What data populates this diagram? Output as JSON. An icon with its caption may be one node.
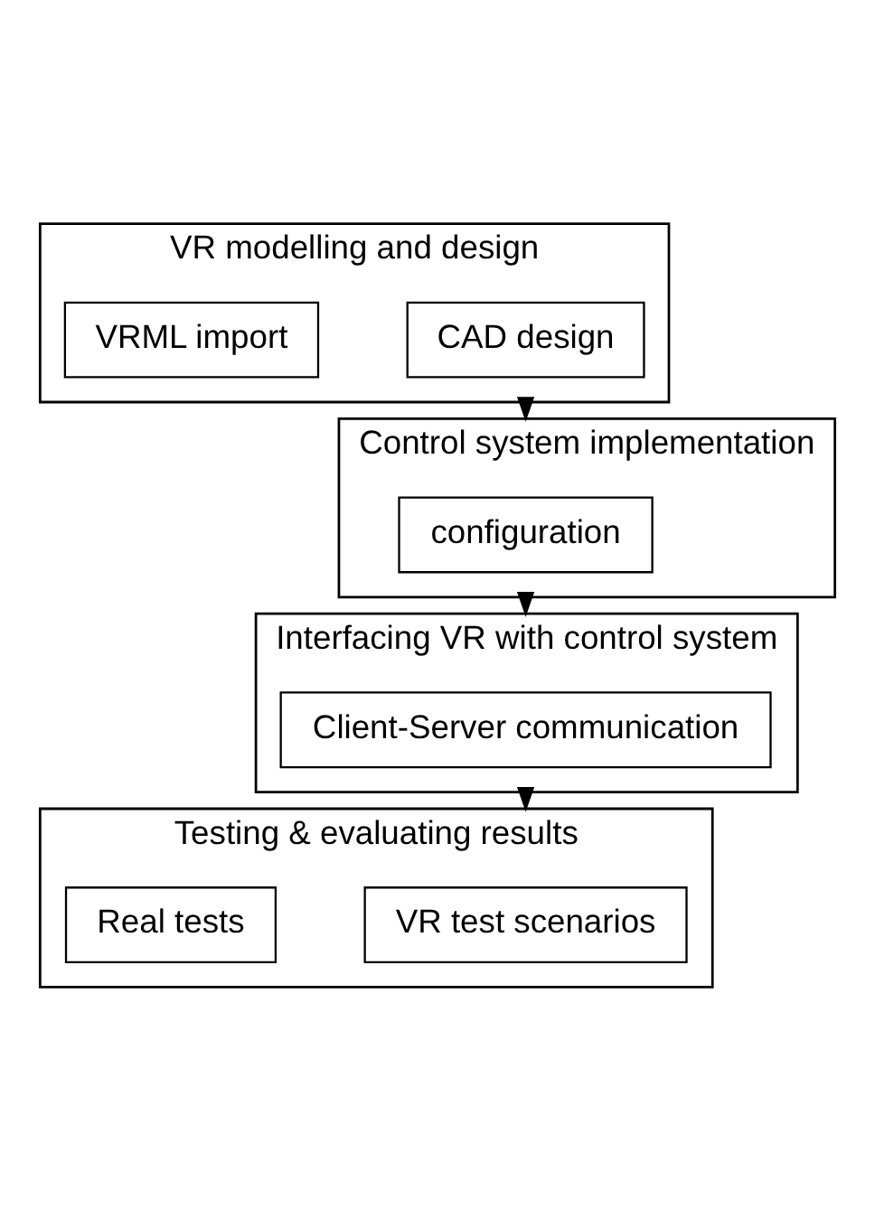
{
  "diagram": {
    "nodes": [
      {
        "text": [
          "VR modelling and design"
        ]
      },
      {
        "text": [
          "CAD design"
        ],
        "in": 0
      },
      {
        "text": [
          "VRML import"
        ],
        "in": 0
      },
      {
        "text": [
          "Control system implementation"
        ]
      },
      {
        "text": [
          "configuration"
        ],
        "in": 3
      },
      {
        "text": [
          "Interfacing VR with control system"
        ]
      },
      {
        "text": [
          "Client-Server communication"
        ],
        "in": 5
      },
      {
        "text": [
          "Testing & evaluating results"
        ]
      },
      {
        "text": [
          "VR test scenarios"
        ],
        "in": 7
      },
      {
        "text": [
          "Real tests"
        ],
        "in": 7
      }
    ],
    "edges": [
      {
        "from": 0,
        "to": 3,
        "arrow": "to"
      },
      {
        "from": 3,
        "to": 5,
        "arrow": "to"
      },
      {
        "from": 5,
        "to": 7,
        "arrow": "to"
      }
    ]
  }
}
